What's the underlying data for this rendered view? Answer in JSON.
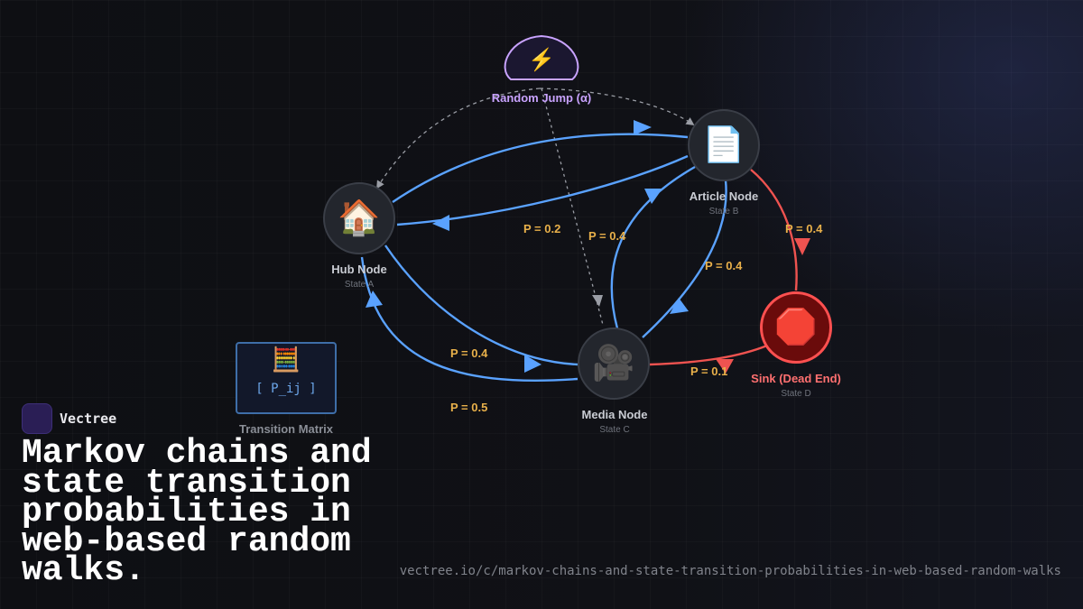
{
  "diagram": {
    "nodes": [
      {
        "id": "hub",
        "icon": "house-icon",
        "glyph": "🏠",
        "label": "Hub Node",
        "sublabel": "State A"
      },
      {
        "id": "article",
        "icon": "document-icon",
        "glyph": "📄",
        "label": "Article Node",
        "sublabel": "State B"
      },
      {
        "id": "media",
        "icon": "video-camera-icon",
        "glyph": "🎥",
        "label": "Media Node",
        "sublabel": "State C"
      },
      {
        "id": "sink",
        "icon": "stop-sign-icon",
        "glyph": "🛑",
        "label": "Sink (Dead End)",
        "sublabel": "State D"
      }
    ],
    "random_jump": {
      "icon": "lightning-icon",
      "glyph": "⚡",
      "label": "Random Jump (α)"
    },
    "probabilities": [
      "P = 0.2",
      "P = 0.4",
      "P = 0.4",
      "P = 0.4",
      "P = 0.4",
      "P = 0.5",
      "P = 0.1"
    ],
    "matrix": {
      "icon": "abacus-icon",
      "glyph": "🧮",
      "text": "[ P_ij ]",
      "caption": "Transition Matrix"
    },
    "colors": {
      "link": "#5aa2ff",
      "sink_link": "#ef5350",
      "jump": "#9a9da5",
      "prob": "#e8b04a",
      "jump_label": "#c9a3ff"
    }
  },
  "brand": {
    "name": "Vectree",
    "icon": "vectree-logo-icon"
  },
  "headline": "Markov chains and state transition probabilities in web-based random walks.",
  "url": "vectree.io/c/markov-chains-and-state-transition-probabilities-in-web-based-random-walks"
}
